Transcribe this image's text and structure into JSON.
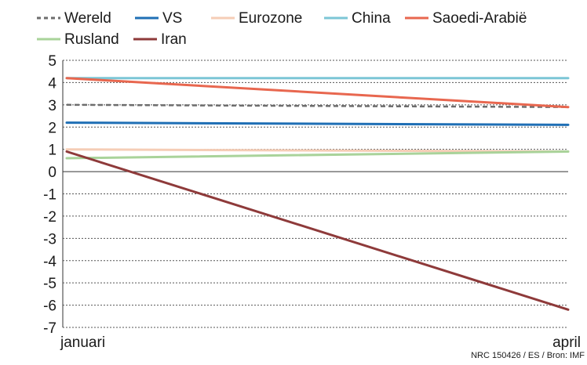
{
  "chart_data": {
    "type": "line",
    "x": [
      "januari",
      "april"
    ],
    "ylim": [
      -7,
      5
    ],
    "yticks": [
      5,
      4,
      3,
      2,
      1,
      0,
      -1,
      -2,
      -3,
      -4,
      -5,
      -6,
      -7
    ],
    "grid": true,
    "legend_placement": "top",
    "series": [
      {
        "name": "Wereld",
        "values": [
          3.0,
          2.9
        ],
        "color": "#6d6d6d",
        "dashed": true
      },
      {
        "name": "VS",
        "values": [
          2.2,
          2.1
        ],
        "color": "#1f6fb5",
        "dashed": false
      },
      {
        "name": "Eurozone",
        "values": [
          1.0,
          0.9
        ],
        "color": "#f5cdb6",
        "dashed": false
      },
      {
        "name": "China",
        "values": [
          4.2,
          4.2
        ],
        "color": "#7cc6d6",
        "dashed": false
      },
      {
        "name": "Saoedi-Arabië",
        "values": [
          4.2,
          2.9
        ],
        "color": "#e8674f",
        "dashed": false
      },
      {
        "name": "Rusland",
        "values": [
          0.6,
          0.9
        ],
        "color": "#a9d39a",
        "dashed": false
      },
      {
        "name": "Iran",
        "values": [
          0.9,
          -6.2
        ],
        "color": "#8e3a3a",
        "dashed": false
      }
    ]
  },
  "source": "NRC 150426 / ES / Bron: IMF"
}
